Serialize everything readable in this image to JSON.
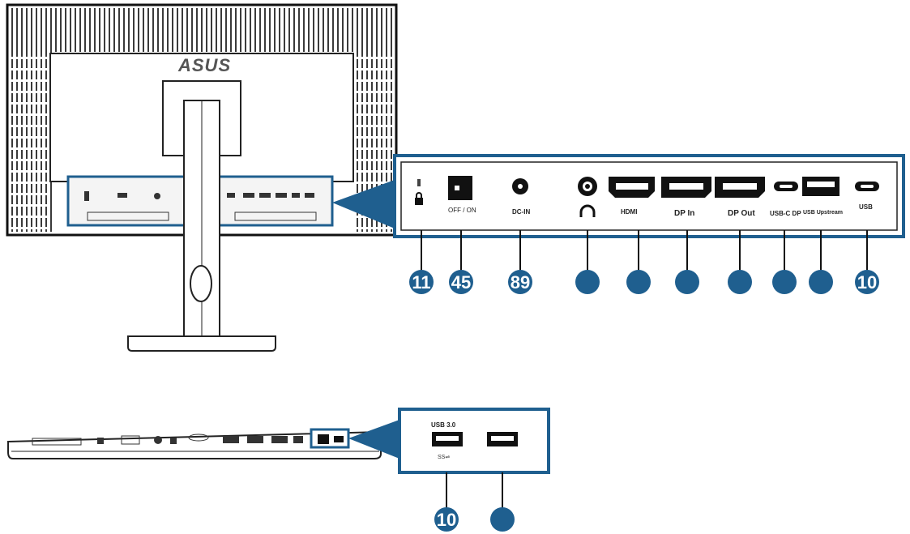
{
  "brand_logo": "ASUS",
  "accent_color": "#1f5f8f",
  "top_panel": {
    "ports": [
      {
        "name": "kensington-lock",
        "label": "",
        "number": "11"
      },
      {
        "name": "power-switch",
        "label": "OFF / ON",
        "number": "45"
      },
      {
        "name": "dc-in",
        "label": "DC-IN",
        "number": "89"
      },
      {
        "name": "earphone-jack",
        "label": "",
        "number": ""
      },
      {
        "name": "hdmi",
        "label": "HDMI",
        "number": ""
      },
      {
        "name": "displayport-in",
        "label": "DP In",
        "number": ""
      },
      {
        "name": "displayport-out",
        "label": "DP Out",
        "number": ""
      },
      {
        "name": "usb-type-c",
        "label": "USB-C DP",
        "number": ""
      },
      {
        "name": "usb-upstream",
        "label": "USB Upstream",
        "number": ""
      },
      {
        "name": "usb-c-downstream",
        "label": "USB",
        "number": "10"
      }
    ]
  },
  "bottom_panel": {
    "ports": [
      {
        "name": "usb-charging",
        "label": "USB 3.0",
        "number": "10"
      },
      {
        "name": "usb-downstream",
        "label": "",
        "number": ""
      }
    ]
  }
}
